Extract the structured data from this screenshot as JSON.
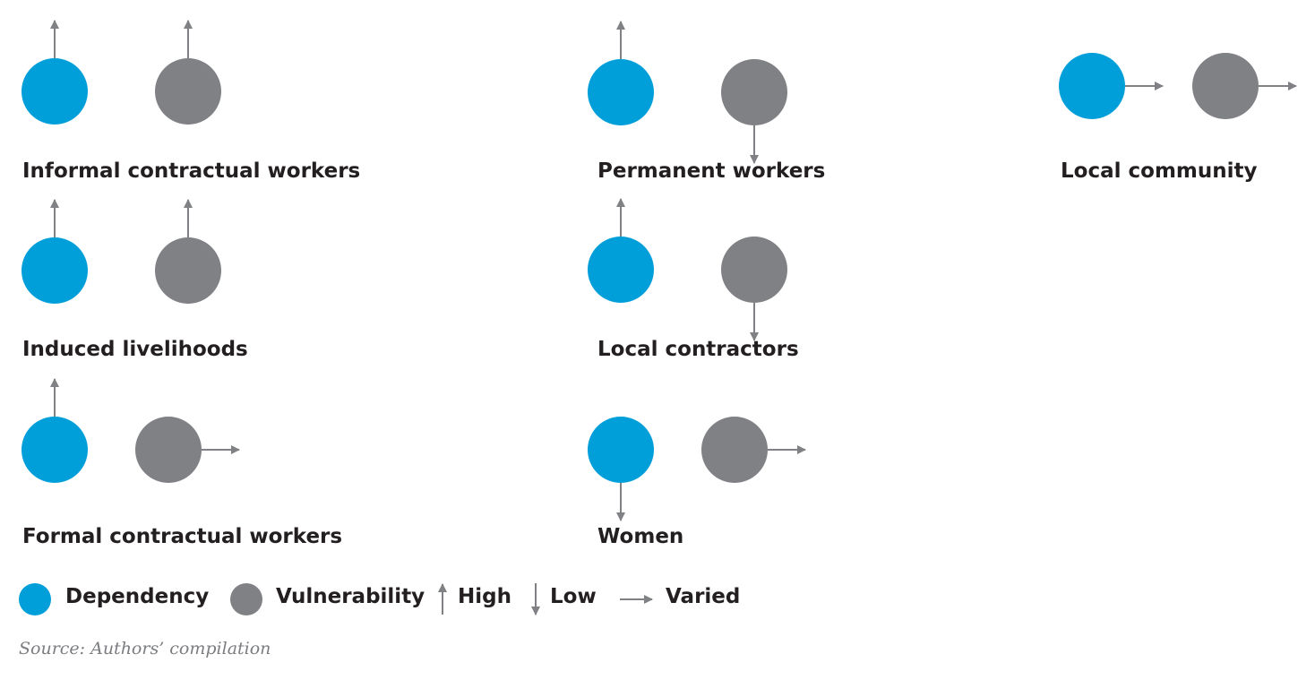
{
  "colors": {
    "dependency": "#009fd9",
    "vulnerability": "#808184",
    "arrow": "#808184",
    "text": "#231f20",
    "source": "#7b7d80"
  },
  "groups": [
    {
      "label": "Informal contractual workers",
      "dependency": "high",
      "vulnerability": "high"
    },
    {
      "label": "Permanent workers",
      "dependency": "high",
      "vulnerability": "low"
    },
    {
      "label": "Local community",
      "dependency": "varied",
      "vulnerability": "varied"
    },
    {
      "label": "Induced livelihoods",
      "dependency": "high",
      "vulnerability": "high"
    },
    {
      "label": "Local contractors",
      "dependency": "high",
      "vulnerability": "low"
    },
    {
      "label": "Formal contractual workers",
      "dependency": "high",
      "vulnerability": "varied"
    },
    {
      "label": "Women",
      "dependency": "low",
      "vulnerability": "varied"
    }
  ],
  "legend": {
    "dependency": "Dependency",
    "vulnerability": "Vulnerability",
    "high": "High",
    "low": "Low",
    "varied": "Varied"
  },
  "source": "Source: Authors’ compilation"
}
